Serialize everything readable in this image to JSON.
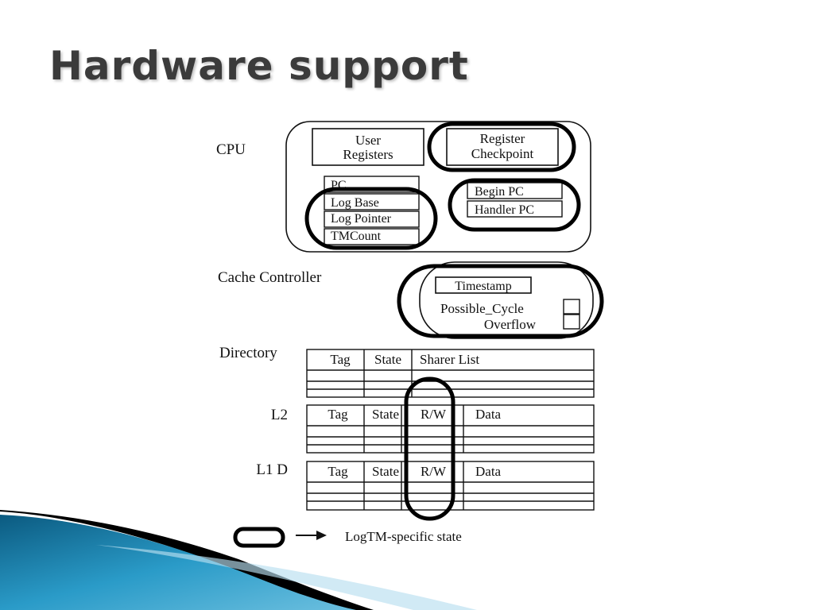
{
  "slide": {
    "title": "Hardware support"
  },
  "cpu": {
    "label": "CPU",
    "user_registers": [
      "User",
      "Registers"
    ],
    "register_checkpoint": [
      "Register",
      "Checkpoint"
    ],
    "pc": "PC",
    "log_base": "Log Base",
    "log_pointer": "Log Pointer",
    "tm_count": "TMCount",
    "begin_pc": "Begin PC",
    "handler_pc": "Handler PC"
  },
  "cache_controller": {
    "label": "Cache Controller",
    "timestamp": "Timestamp",
    "possible_cycle": "Possible_Cycle",
    "overflow": "Overflow"
  },
  "directory": {
    "label": "Directory",
    "headers": [
      "Tag",
      "State",
      "Sharer List"
    ]
  },
  "l2": {
    "label": "L2",
    "headers": [
      "Tag",
      "State",
      "R/W",
      "Data"
    ]
  },
  "l1d": {
    "label": "L1 D",
    "headers": [
      "Tag",
      "State",
      "R/W",
      "Data"
    ]
  },
  "legend": {
    "text": "LogTM-specific state"
  },
  "colors": {
    "title": "#3b3b3b",
    "highlight": "#000000",
    "wave_dark": "#0b5a80",
    "wave_light": "#2a9bc8"
  }
}
